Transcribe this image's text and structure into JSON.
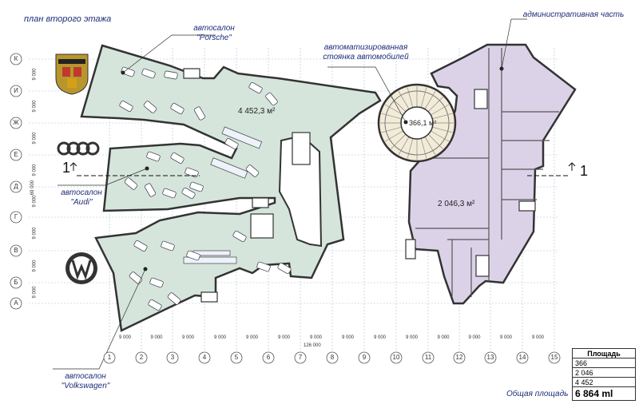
{
  "title": "план второго этажа",
  "labels": {
    "porsche": [
      "автосалон",
      "\"Porsche\""
    ],
    "audi": [
      "автосалон",
      "\"Audi\""
    ],
    "vw": [
      "автосалон",
      "\"Volkswagen\""
    ],
    "parking": [
      "автоматизированная",
      "стоянка автомобилей"
    ],
    "admin": "административная часть"
  },
  "areas": {
    "main": "4 452,3 м²",
    "parking": "366,1 м²",
    "admin": "2 046,3 м²"
  },
  "row_axes": [
    "К",
    "И",
    "Ж",
    "Е",
    "Д",
    "Г",
    "В",
    "Б",
    "А"
  ],
  "col_axes": [
    "1",
    "2",
    "3",
    "4",
    "5",
    "6",
    "7",
    "8",
    "9",
    "10",
    "11",
    "12",
    "13",
    "14",
    "15"
  ],
  "dim_step": "9 000",
  "dim_total_x": "126 000",
  "dim_total_y": "69 000",
  "section_mark": "1",
  "table": {
    "header": "Площадь",
    "rows": [
      "366",
      "2 046",
      "4 452"
    ],
    "total": "6 864 ml"
  },
  "total_label": "Общая площадь",
  "colors": {
    "showroom": "#d4e4dc",
    "admin": "#dcd2e8",
    "grid": "#9fb6cf",
    "wall": "#3a3a3a"
  }
}
